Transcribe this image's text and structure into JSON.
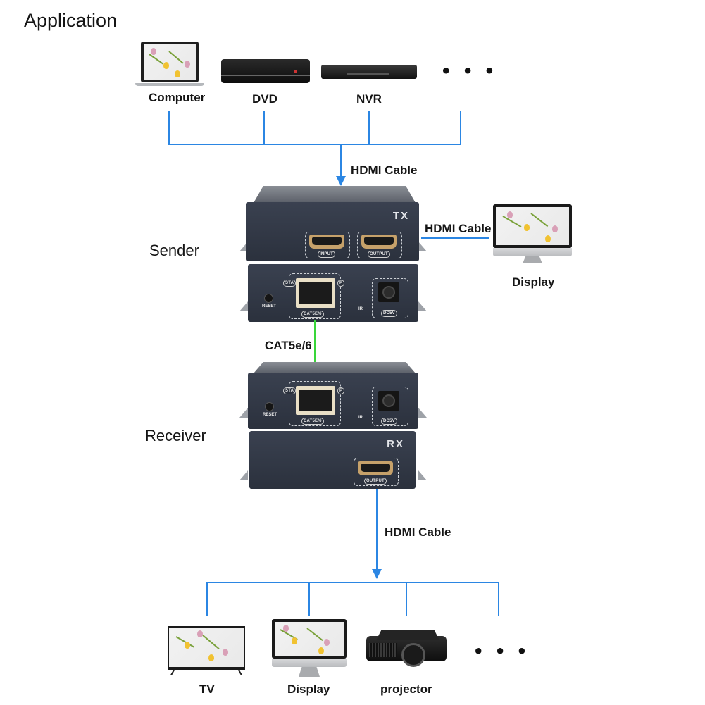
{
  "title": "Application",
  "sources": {
    "items": [
      {
        "label": "Computer",
        "icon": "laptop-icon"
      },
      {
        "label": "DVD",
        "icon": "dvd-player-icon"
      },
      {
        "label": "NVR",
        "icon": "nvr-recorder-icon"
      }
    ],
    "more": "• • •"
  },
  "cables": {
    "input": "HDMI Cable",
    "loop_out": "HDMI Cable",
    "link": "CAT5e/6",
    "output": "HDMI Cable"
  },
  "sender": {
    "label": "Sender",
    "mark": "TX",
    "ports": {
      "input": "INPUT",
      "output": "OUTPUT",
      "sta": "STA",
      "p": "P",
      "lan": "CAT5E/6",
      "ir": "IR",
      "power": "DC5V",
      "reset": "RESET"
    }
  },
  "receiver": {
    "label": "Receiver",
    "mark": "RX",
    "ports": {
      "output": "OUTPUT",
      "sta": "STA",
      "p": "P",
      "lan": "CAT5E/6",
      "ir": "IR",
      "power": "DC5V",
      "reset": "RESET"
    }
  },
  "loop_display": {
    "label": "Display",
    "icon": "monitor-icon"
  },
  "destinations": {
    "items": [
      {
        "label": "TV",
        "icon": "tv-icon"
      },
      {
        "label": "Display",
        "icon": "monitor-icon"
      },
      {
        "label": "projector",
        "icon": "projector-icon"
      }
    ],
    "more": "• • •"
  },
  "colors": {
    "hdmi_line": "#2b86e3",
    "cat_line": "#39d63a",
    "device_body": "#2f3542"
  }
}
